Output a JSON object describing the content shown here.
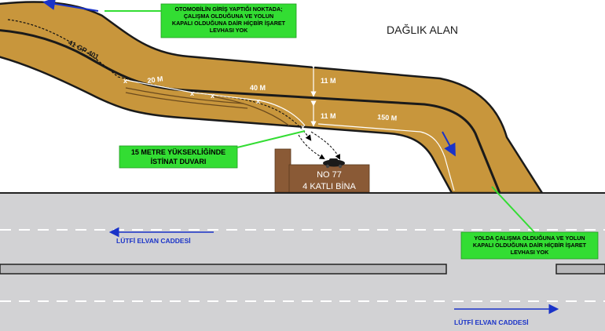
{
  "area_label": "DAĞLIK ALAN",
  "vehicle_plate": "41 GP 401",
  "distances": {
    "d20": "20 M",
    "d40": "40 M",
    "d150": "150 M",
    "h11_top": "11 M",
    "h11_bottom": "11 M"
  },
  "building": {
    "line1": "NO 77",
    "line2": "4 KATLI BİNA"
  },
  "notes": {
    "entry": [
      "OTOMOBİLİN GİRİŞ YAPTIĞI NOKTADA;",
      "ÇALIŞMA OLDUĞUNA VE YOLUN",
      "KAPALI OLDUĞUNA DAİR  HİÇBİR İŞARET",
      "LEVHASI YOK"
    ],
    "wall": [
      "15 METRE  YÜKSEKLİĞİNDE",
      "İSTİNAT DUVARI"
    ],
    "road_work": [
      "YOLDA ÇALIŞMA OLDUĞUNA VE YOLUN",
      "KAPALI OLDUĞUNA DAİR  HİÇBİR İŞARET",
      "LEVHASI YOK"
    ]
  },
  "street": {
    "upper": "LÜTFİ ELVAN CADDESİ",
    "lower": "LÜTFİ ELVAN CADDESİ"
  },
  "colors": {
    "dirt_road": "#c8963c",
    "street": "#d2d2d4",
    "note_box": "#33dd33",
    "building": "#8a5a36",
    "street_text": "#1a33c8"
  }
}
